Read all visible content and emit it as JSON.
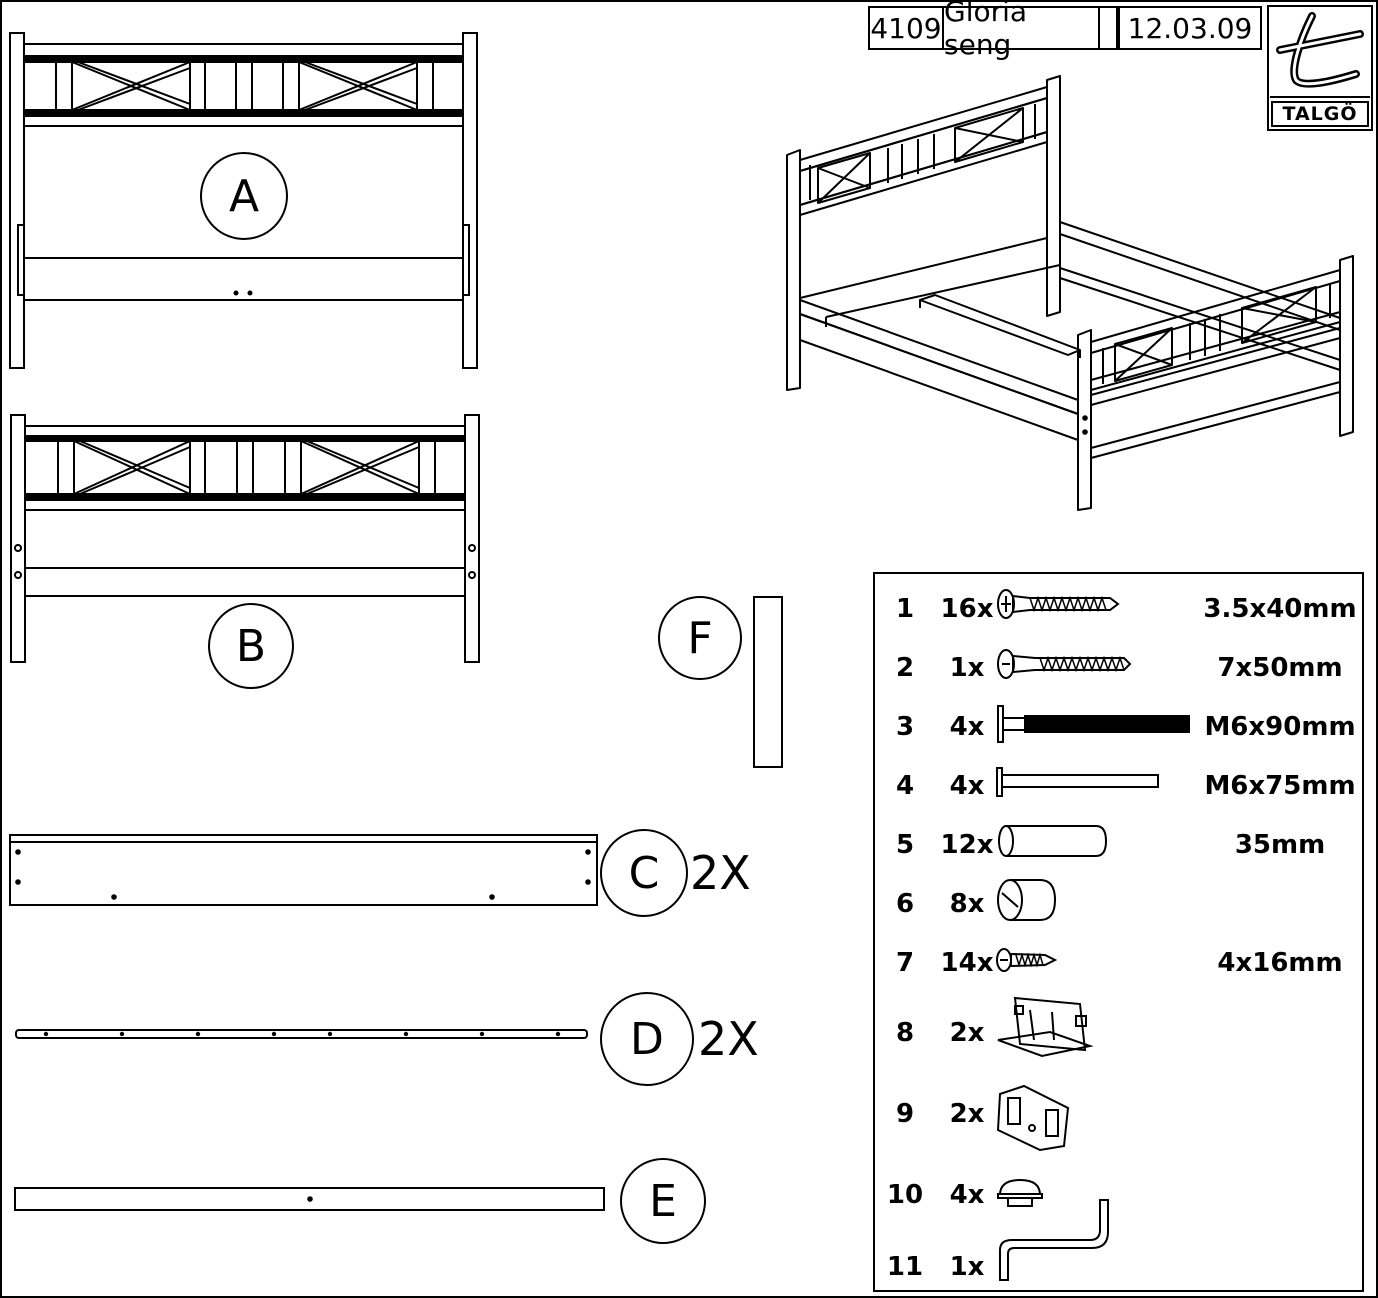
{
  "header": {
    "code": "4109",
    "name": "Gloria seng",
    "date": "12.03.09",
    "brand": "TALGÖ"
  },
  "parts": {
    "A": "A",
    "B": "B",
    "C": "C",
    "C_qty": "2X",
    "D": "D",
    "D_qty": "2X",
    "E": "E",
    "F": "F"
  },
  "hardware": [
    {
      "num": "1",
      "qty": "16x",
      "size": "3.5x40mm",
      "icon": "wood-screw-icon"
    },
    {
      "num": "2",
      "qty": "1x",
      "size": "7x50mm",
      "icon": "lag-screw-icon"
    },
    {
      "num": "3",
      "qty": "4x",
      "size": "M6x90mm",
      "icon": "threaded-bolt-icon"
    },
    {
      "num": "4",
      "qty": "4x",
      "size": "M6x75mm",
      "icon": "bolt-icon"
    },
    {
      "num": "5",
      "qty": "12x",
      "size": "35mm",
      "icon": "dowel-icon"
    },
    {
      "num": "6",
      "qty": "8x",
      "size": "",
      "icon": "barrel-nut-icon"
    },
    {
      "num": "7",
      "qty": "14x",
      "size": "4x16mm",
      "icon": "short-screw-icon"
    },
    {
      "num": "8",
      "qty": "2x",
      "size": "",
      "icon": "bracket-icon"
    },
    {
      "num": "9",
      "qty": "2x",
      "size": "",
      "icon": "plate-icon"
    },
    {
      "num": "10",
      "qty": "4x",
      "size": "",
      "icon": "cap-icon"
    },
    {
      "num": "11",
      "qty": "1x",
      "size": "",
      "icon": "allen-key-icon"
    }
  ]
}
